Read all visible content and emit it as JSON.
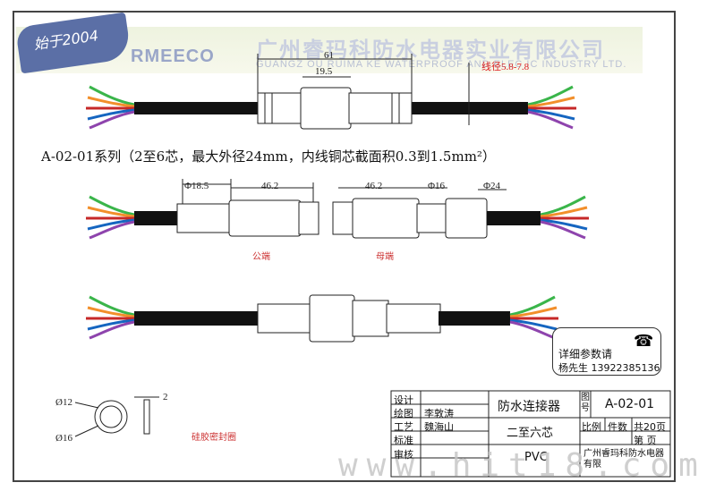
{
  "banner": {
    "badge_text": "始于2004",
    "logo_text": "RMEECO",
    "company_cn": "广州睿玛科防水电器实业有限公司",
    "company_en": "GUANGZ  OU RUIMA KE WATERPROOF AND ELEC  IC INDUSTRY LTD."
  },
  "top_drawing": {
    "dim_total": "61",
    "dim_inner": "19.5",
    "wire_dia": "线径5.8-7.8"
  },
  "series_text": "A-02-01系列（2至6芯，最大外径24mm，内线铜芯截面积0.3到1.5mm²）",
  "male_drawing": {
    "dim_dia": "Φ18.5",
    "dim_len": "46.2",
    "label": "公端"
  },
  "female_drawing": {
    "dim_len": "46.2",
    "dim_dia": "Φ16",
    "dim_nut": "Φ24",
    "label": "母端"
  },
  "contact": {
    "line1": "详细参数请",
    "line2": "杨先生 13922385136"
  },
  "seal": {
    "dim_outer": "Ø16",
    "dim_inner": "Ø12",
    "dim_thick": "2",
    "label": "硅胶密封圈"
  },
  "title_block": {
    "design": "设计",
    "draw": "绘图",
    "drawer": "李敦涛",
    "process": "工艺",
    "processor": "魏海山",
    "standard": "标准",
    "audit": "审核",
    "product_name": "防水连接器",
    "drawing_no_label": "图号",
    "drawing_no": "A-02-01",
    "core_desc": "二至六芯",
    "scale": "比例",
    "qty": "件数",
    "total_pages": "共20页",
    "page": "第  页",
    "material": "PVC",
    "company_short": "广州睿玛科防水电器有限"
  },
  "watermark": "www.hit18.com",
  "wire_colors": [
    "#3ab54a",
    "#f28f2b",
    "#c62828",
    "#1565c0",
    "#8e44ad",
    "#9e9e9e"
  ]
}
